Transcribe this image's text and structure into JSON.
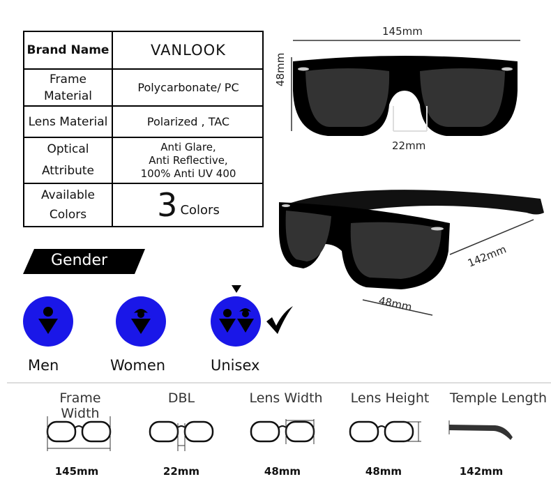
{
  "spec_table": [
    {
      "label": "Brand Name",
      "value": "VANLOOK"
    },
    {
      "label": "Frame\nMaterial",
      "value": "Polycarbonate/ PC"
    },
    {
      "label": "Lens Material",
      "value": "Polarized , TAC"
    },
    {
      "label": "Optical\nAttribute",
      "value": "Anti Glare,\nAnti Reflective,\n100% Anti UV 400"
    },
    {
      "label": "Available\nColors",
      "value_number": "3",
      "value_suffix": "Colors"
    }
  ],
  "gender": {
    "title": "Gender",
    "options": [
      "Men",
      "Women",
      "Unisex"
    ],
    "selected": "Unisex"
  },
  "front_view_dims": {
    "width": "145mm",
    "height": "48mm",
    "bridge": "22mm"
  },
  "side_view_dims": {
    "temple": "142mm",
    "lens": "48mm"
  },
  "measurements": [
    {
      "label": "Frame Width",
      "value": "145mm"
    },
    {
      "label": "DBL",
      "value": "22mm"
    },
    {
      "label": "Lens Width",
      "value": "48mm"
    },
    {
      "label": "Lens Height",
      "value": "48mm"
    },
    {
      "label": "Temple Length",
      "value": "142mm"
    }
  ],
  "colors": {
    "gender_blue": "#1a17e8",
    "frame": "#000000"
  }
}
